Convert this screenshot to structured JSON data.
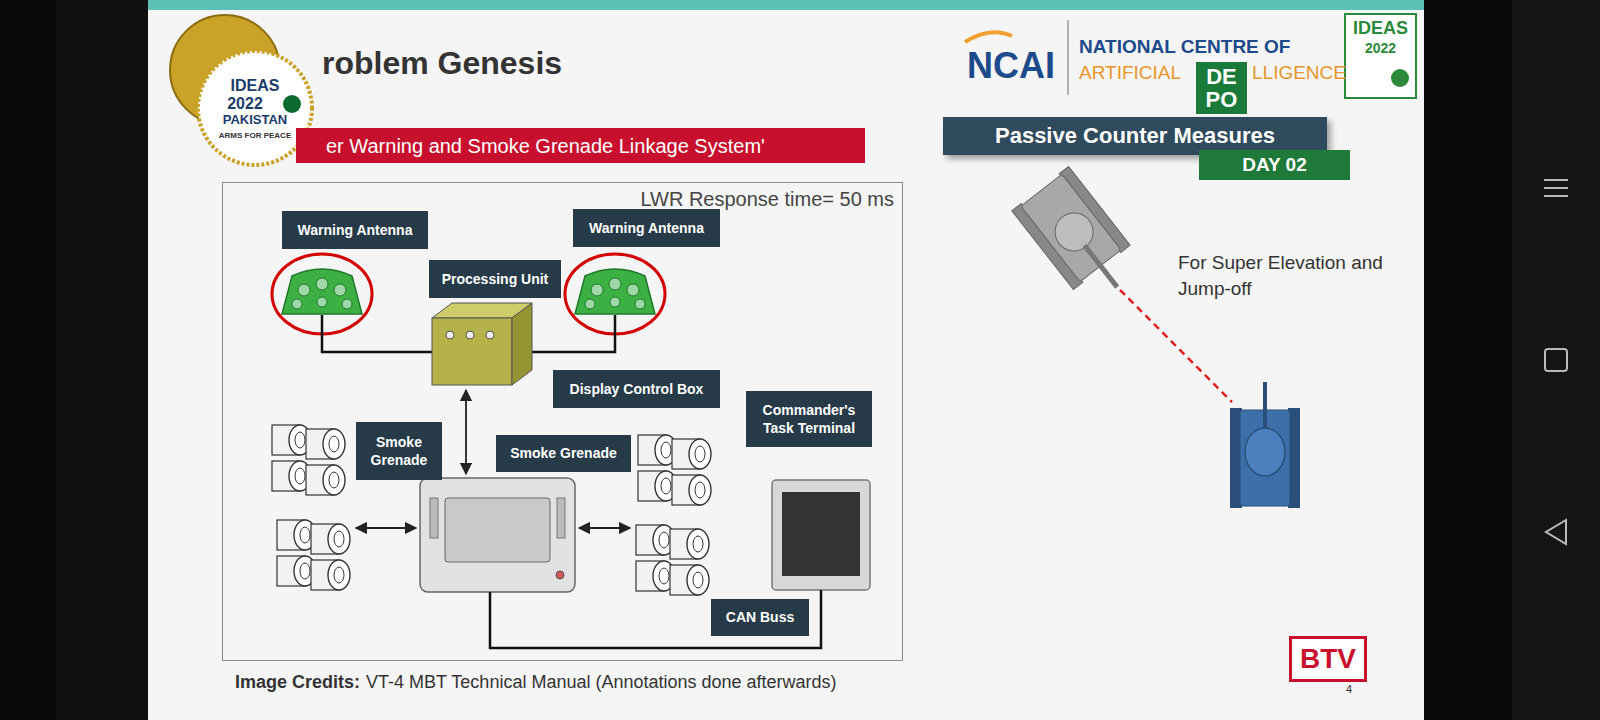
{
  "diagram": {
    "title": "roblem Genesis",
    "nodes": [
      {
        "text": [
          "er Warning and Smoke Grenade Linkage System'"
        ]
      },
      {
        "text": [
          "Passive Counter Measures"
        ]
      },
      {
        "text": [
          "DAY 02"
        ]
      },
      {
        "text": [
          "LWR Response time= 50 ms"
        ]
      },
      {
        "text": [
          "Warning Antenna"
        ],
        "in": 3
      },
      {
        "text": [
          "Warning Antenna"
        ],
        "in": 3
      },
      {
        "text": [
          "Processing Unit"
        ],
        "in": 3
      },
      {
        "text": [
          "Display Control Box"
        ],
        "in": 3
      },
      {
        "text": [
          "Smoke Grenade"
        ],
        "in": 3
      },
      {
        "text": [
          "Smoke Grenade"
        ],
        "in": 3
      },
      {
        "text": [
          "Commander's Task Terminal"
        ],
        "in": 3
      },
      {
        "text": [
          "CAN Buss"
        ],
        "in": 3
      },
      {
        "text": [
          "DE PO"
        ]
      },
      {
        "text": [
          "BTV"
        ]
      }
    ],
    "labels": [
      "IDEAS",
      "2022",
      "PAKISTAN",
      "ARMS FOR PEACE",
      "NCAI",
      "NATIONAL CENTRE OF",
      "ARTIFICIAL",
      "LLIGENCE",
      "IDEAS",
      "2022",
      "For Super Elevation and Jump-off",
      "Image Credits:",
      "VT-4 MBT Technical Manual (Annotations done afterwards)",
      "4"
    ]
  }
}
